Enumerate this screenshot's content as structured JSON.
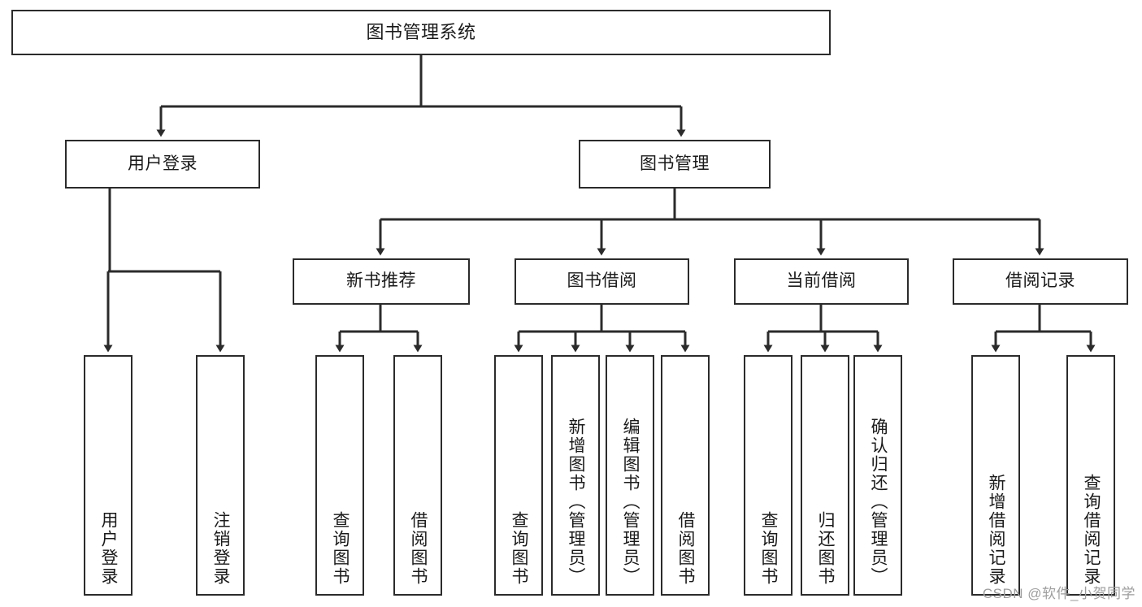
{
  "diagram": {
    "title": "图书管理系统",
    "type": "tree",
    "watermark": "CSDN @软件_小贺同学",
    "colors": {
      "box_border": "#2b2b2b",
      "box_fill": "#ffffff",
      "connector": "#2b2b2b",
      "background": "#ffffff",
      "watermark": "#9d9d9d"
    },
    "nodes": {
      "root": {
        "label": "图书管理系统"
      },
      "level1": [
        {
          "label": "用户登录"
        },
        {
          "label": "图书管理"
        }
      ],
      "level2": [
        {
          "label": "新书推荐"
        },
        {
          "label": "图书借阅"
        },
        {
          "label": "当前借阅"
        },
        {
          "label": "借阅记录"
        }
      ],
      "leaves_user_login": [
        {
          "label": "用户登录"
        },
        {
          "label": "注销登录"
        }
      ],
      "leaves_new_books": [
        {
          "label": "查询图书"
        },
        {
          "label": "借阅图书"
        }
      ],
      "leaves_borrow": [
        {
          "label": "查询图书"
        },
        {
          "label": "新增图书（管理员）"
        },
        {
          "label": "编辑图书（管理员）"
        },
        {
          "label": "借阅图书"
        }
      ],
      "leaves_current": [
        {
          "label": "查询图书"
        },
        {
          "label": "归还图书"
        },
        {
          "label": "确认归还（管理员）"
        }
      ],
      "leaves_records": [
        {
          "label": "新增借阅记录"
        },
        {
          "label": "查询借阅记录"
        }
      ]
    }
  }
}
